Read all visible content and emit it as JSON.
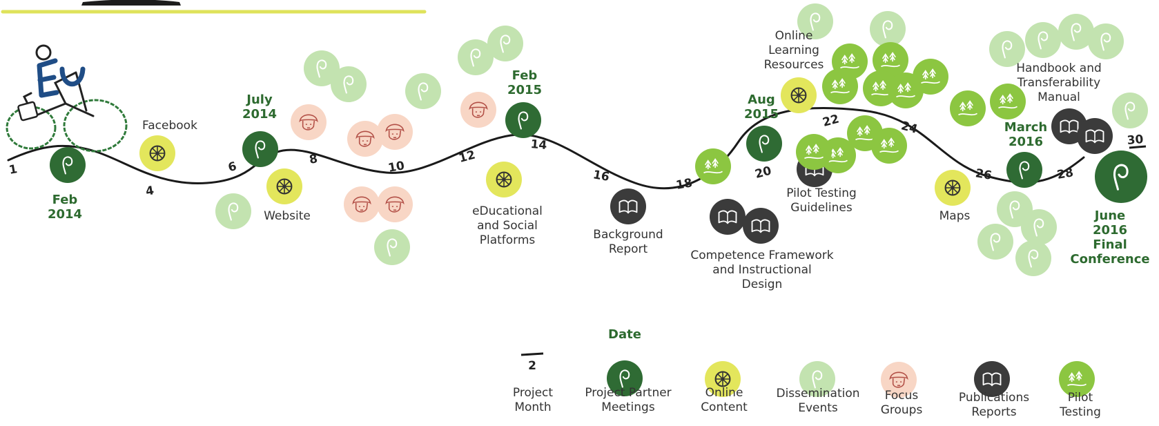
{
  "colors": {
    "meeting": "#2f6b34",
    "online": "#e3e65c",
    "dissemination": "#c3e3b0",
    "focus": "#f8d6c5",
    "publication": "#3b3b3b",
    "pilot": "#8cc641",
    "label_green": "#2d6a2f",
    "title_bar": "#dfe35b",
    "path": "#1a1a1a"
  },
  "months": [
    {
      "num": "1"
    },
    {
      "num": "4"
    },
    {
      "num": "6"
    },
    {
      "num": "8"
    },
    {
      "num": "10"
    },
    {
      "num": "12"
    },
    {
      "num": "14"
    },
    {
      "num": "16"
    },
    {
      "num": "18"
    },
    {
      "num": "20"
    },
    {
      "num": "22"
    },
    {
      "num": "24"
    },
    {
      "num": "26"
    },
    {
      "num": "28"
    },
    {
      "num": "30"
    }
  ],
  "meetings": [
    {
      "lines": [
        "Feb",
        "2014"
      ]
    },
    {
      "lines": [
        "July",
        "2014"
      ]
    },
    {
      "lines": [
        "Feb",
        "2015"
      ]
    },
    {
      "lines": [
        "Aug",
        "2015"
      ]
    },
    {
      "lines": [
        "March",
        "2016"
      ]
    },
    {
      "lines": [
        "June",
        "2016",
        "Final",
        "Conference"
      ]
    }
  ],
  "labels": {
    "facebook": [
      "Facebook"
    ],
    "website": [
      "Website"
    ],
    "educational": [
      "eDucational",
      "and Social",
      "Platforms"
    ],
    "background": [
      "Background",
      "Report"
    ],
    "competence": [
      "Competence Framework",
      "and Instructional",
      "Design"
    ],
    "online_learning": [
      "Online",
      "Learning",
      "Resources"
    ],
    "pilot_guidelines": [
      "Pilot Testing",
      "Guidelines"
    ],
    "handbook": [
      "Handbook and",
      "Transferability",
      "Manual"
    ],
    "maps": [
      "Maps"
    ]
  },
  "legend": {
    "date_label": "Date",
    "month_example": "2",
    "items": [
      {
        "key": "month",
        "lines": [
          "Project",
          "Month"
        ],
        "icon": "month-marker-icon"
      },
      {
        "key": "meeting",
        "lines": [
          "Project Partner",
          "Meetings"
        ],
        "icon": "meeting-pin-icon"
      },
      {
        "key": "online",
        "lines": [
          "Online",
          "Content"
        ],
        "icon": "online-wheel-icon"
      },
      {
        "key": "dissemination",
        "lines": [
          "Dissemination",
          "Events"
        ],
        "icon": "dissemination-pin-icon"
      },
      {
        "key": "focus",
        "lines": [
          "Focus",
          "Groups"
        ],
        "icon": "focus-group-face-icon"
      },
      {
        "key": "publication",
        "lines": [
          "Publications",
          "Reports"
        ],
        "icon": "book-icon"
      },
      {
        "key": "pilot",
        "lines": [
          "Pilot",
          "Testing"
        ],
        "icon": "pilot-trees-icon"
      }
    ]
  }
}
